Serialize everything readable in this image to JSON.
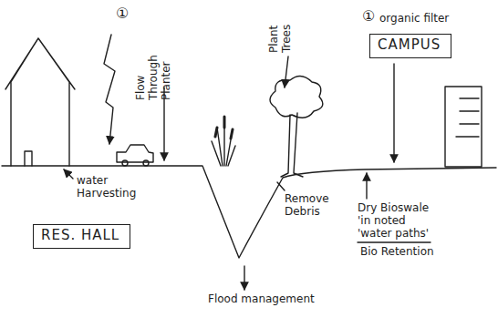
{
  "diagram": {
    "nodes": [
      {
        "text": [
          "RES. HALL"
        ]
      },
      {
        "text": [
          "CAMPUS"
        ]
      }
    ],
    "labels": [
      "①",
      "Flow Through Planter",
      "water Harvesting",
      "Plant Trees",
      "①",
      "organic filter",
      "Remove Debris",
      "Dry Bioswale 'in noted 'water paths'",
      "Bio Retention",
      "Flood management"
    ]
  }
}
